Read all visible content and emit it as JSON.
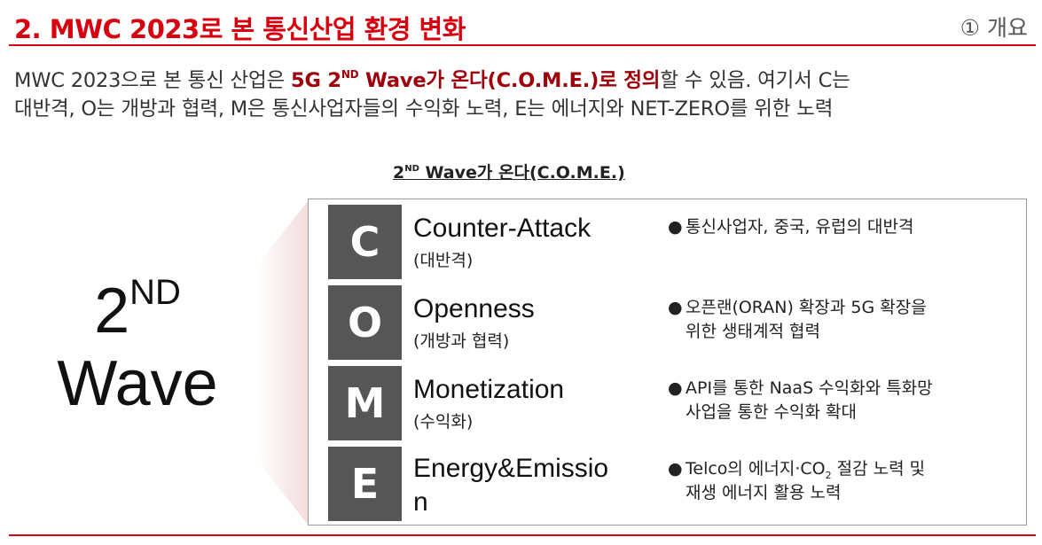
{
  "header": {
    "title": "2. MWC 2023로 본 통신산업 환경 변화",
    "section_tag": "① 개요"
  },
  "intro": {
    "line1_before": "MWC 2023으로 본 통신 산업은 ",
    "line1_hl_a": "5G 2",
    "line1_hl_sup": "ND",
    "line1_hl_b": " Wave가 온다(C.O.M.E.)로 정의",
    "line1_after": "할 수 있음. 여기서 C는",
    "line2": "대반격, O는 개방과 협력, M은 통신사업자들의 수익화 노력, E는 에너지와 NET-ZERO를 위한 노력"
  },
  "diagram": {
    "title_a": "2",
    "title_sup": "ND",
    "title_b": " Wave가 온다(C.O.M.E.)",
    "wave_num": "2",
    "wave_sup": "ND",
    "wave_word": "Wave",
    "rows": [
      {
        "letter": "C",
        "en": "Counter-Attack",
        "ko": "(대반격)",
        "desc_lines": [
          "통신사업자, 중국, 유럽의 대반격"
        ]
      },
      {
        "letter": "O",
        "en": "Openness",
        "ko": "(개방과 협력)",
        "desc_lines": [
          "오픈랜(ORAN) 확장과 5G 확장을",
          "위한 생태계적 협력"
        ]
      },
      {
        "letter": "M",
        "en": "Monetization",
        "ko": "(수익화)",
        "desc_lines": [
          "API를 통한 NaaS 수익화와 특화망",
          "사업을 통한 수익화 확대"
        ]
      },
      {
        "letter": "E",
        "en": "Energy&Emission",
        "ko": "",
        "desc_a": "Telco의 에너지·CO",
        "desc_sub": "2",
        "desc_b": " 절감 노력 및",
        "desc_line2": "재생 에너지 활용 노력"
      }
    ],
    "bullet": "●"
  },
  "colors": {
    "accent_red": "#d7000f",
    "highlight_red": "#a0000a",
    "letter_box": "#565656"
  }
}
